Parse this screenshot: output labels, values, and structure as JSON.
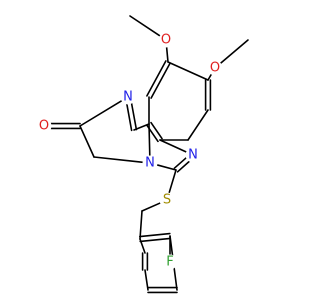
{
  "colors": {
    "carbon_bond": "#000000",
    "nitrogen": "#2020e8",
    "oxygen": "#e02020",
    "sulfur": "#a08c00",
    "fluorine": "#30a030",
    "background": "#ffffff"
  },
  "atom_labels": [
    {
      "id": "o-methoxy-top",
      "text": "O",
      "element": "oxygen"
    },
    {
      "id": "o-methoxy-right",
      "text": "O",
      "element": "oxygen"
    },
    {
      "id": "o-carbonyl",
      "text": "O",
      "element": "oxygen"
    },
    {
      "id": "n-imidazole",
      "text": "N",
      "element": "nitrogen"
    },
    {
      "id": "n-bridge",
      "text": "N",
      "element": "nitrogen"
    },
    {
      "id": "n-quinazoline",
      "text": "N",
      "element": "nitrogen"
    },
    {
      "id": "s-thioether",
      "text": "S",
      "element": "sulfur"
    },
    {
      "id": "f-fluoro",
      "text": "F",
      "element": "fluorine"
    }
  ]
}
